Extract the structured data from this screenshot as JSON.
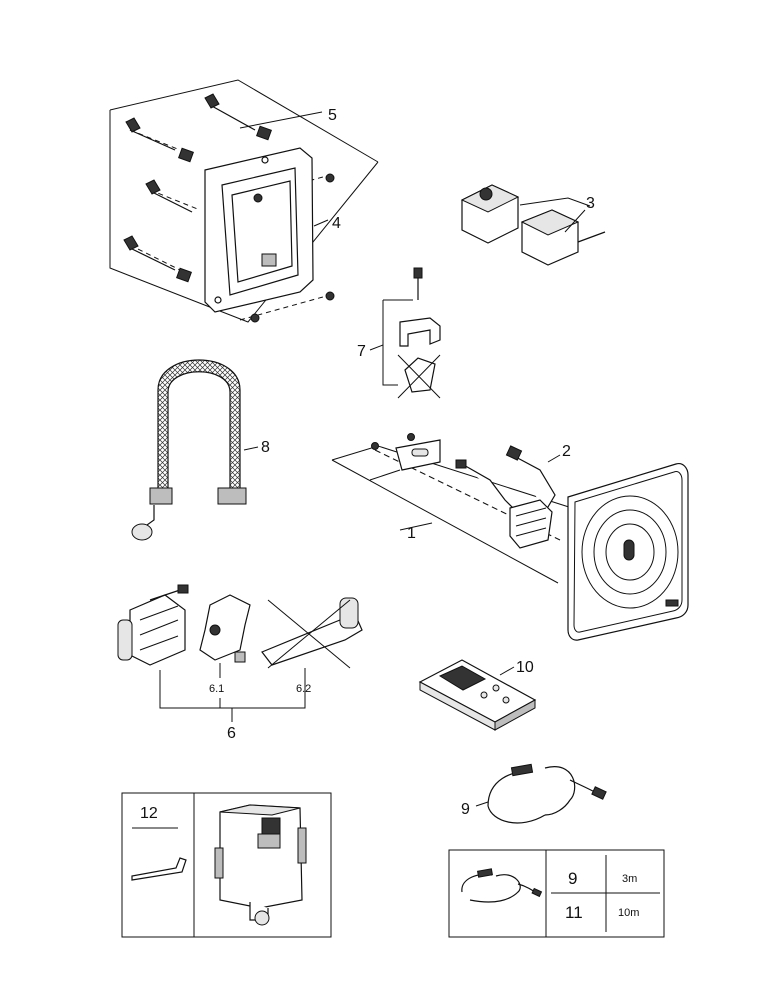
{
  "labels": {
    "p1": "1",
    "p2": "2",
    "p3": "3",
    "p4": "4",
    "p5": "5",
    "p6": "6",
    "p6_1": "6.1",
    "p6_2": "6.2",
    "p7": "7",
    "p8": "8",
    "p9": "9",
    "p10": "10",
    "p12": "12"
  },
  "cable_table": {
    "rows": [
      {
        "part": "9",
        "length": "3m"
      },
      {
        "part": "11",
        "length": "10m"
      }
    ]
  }
}
